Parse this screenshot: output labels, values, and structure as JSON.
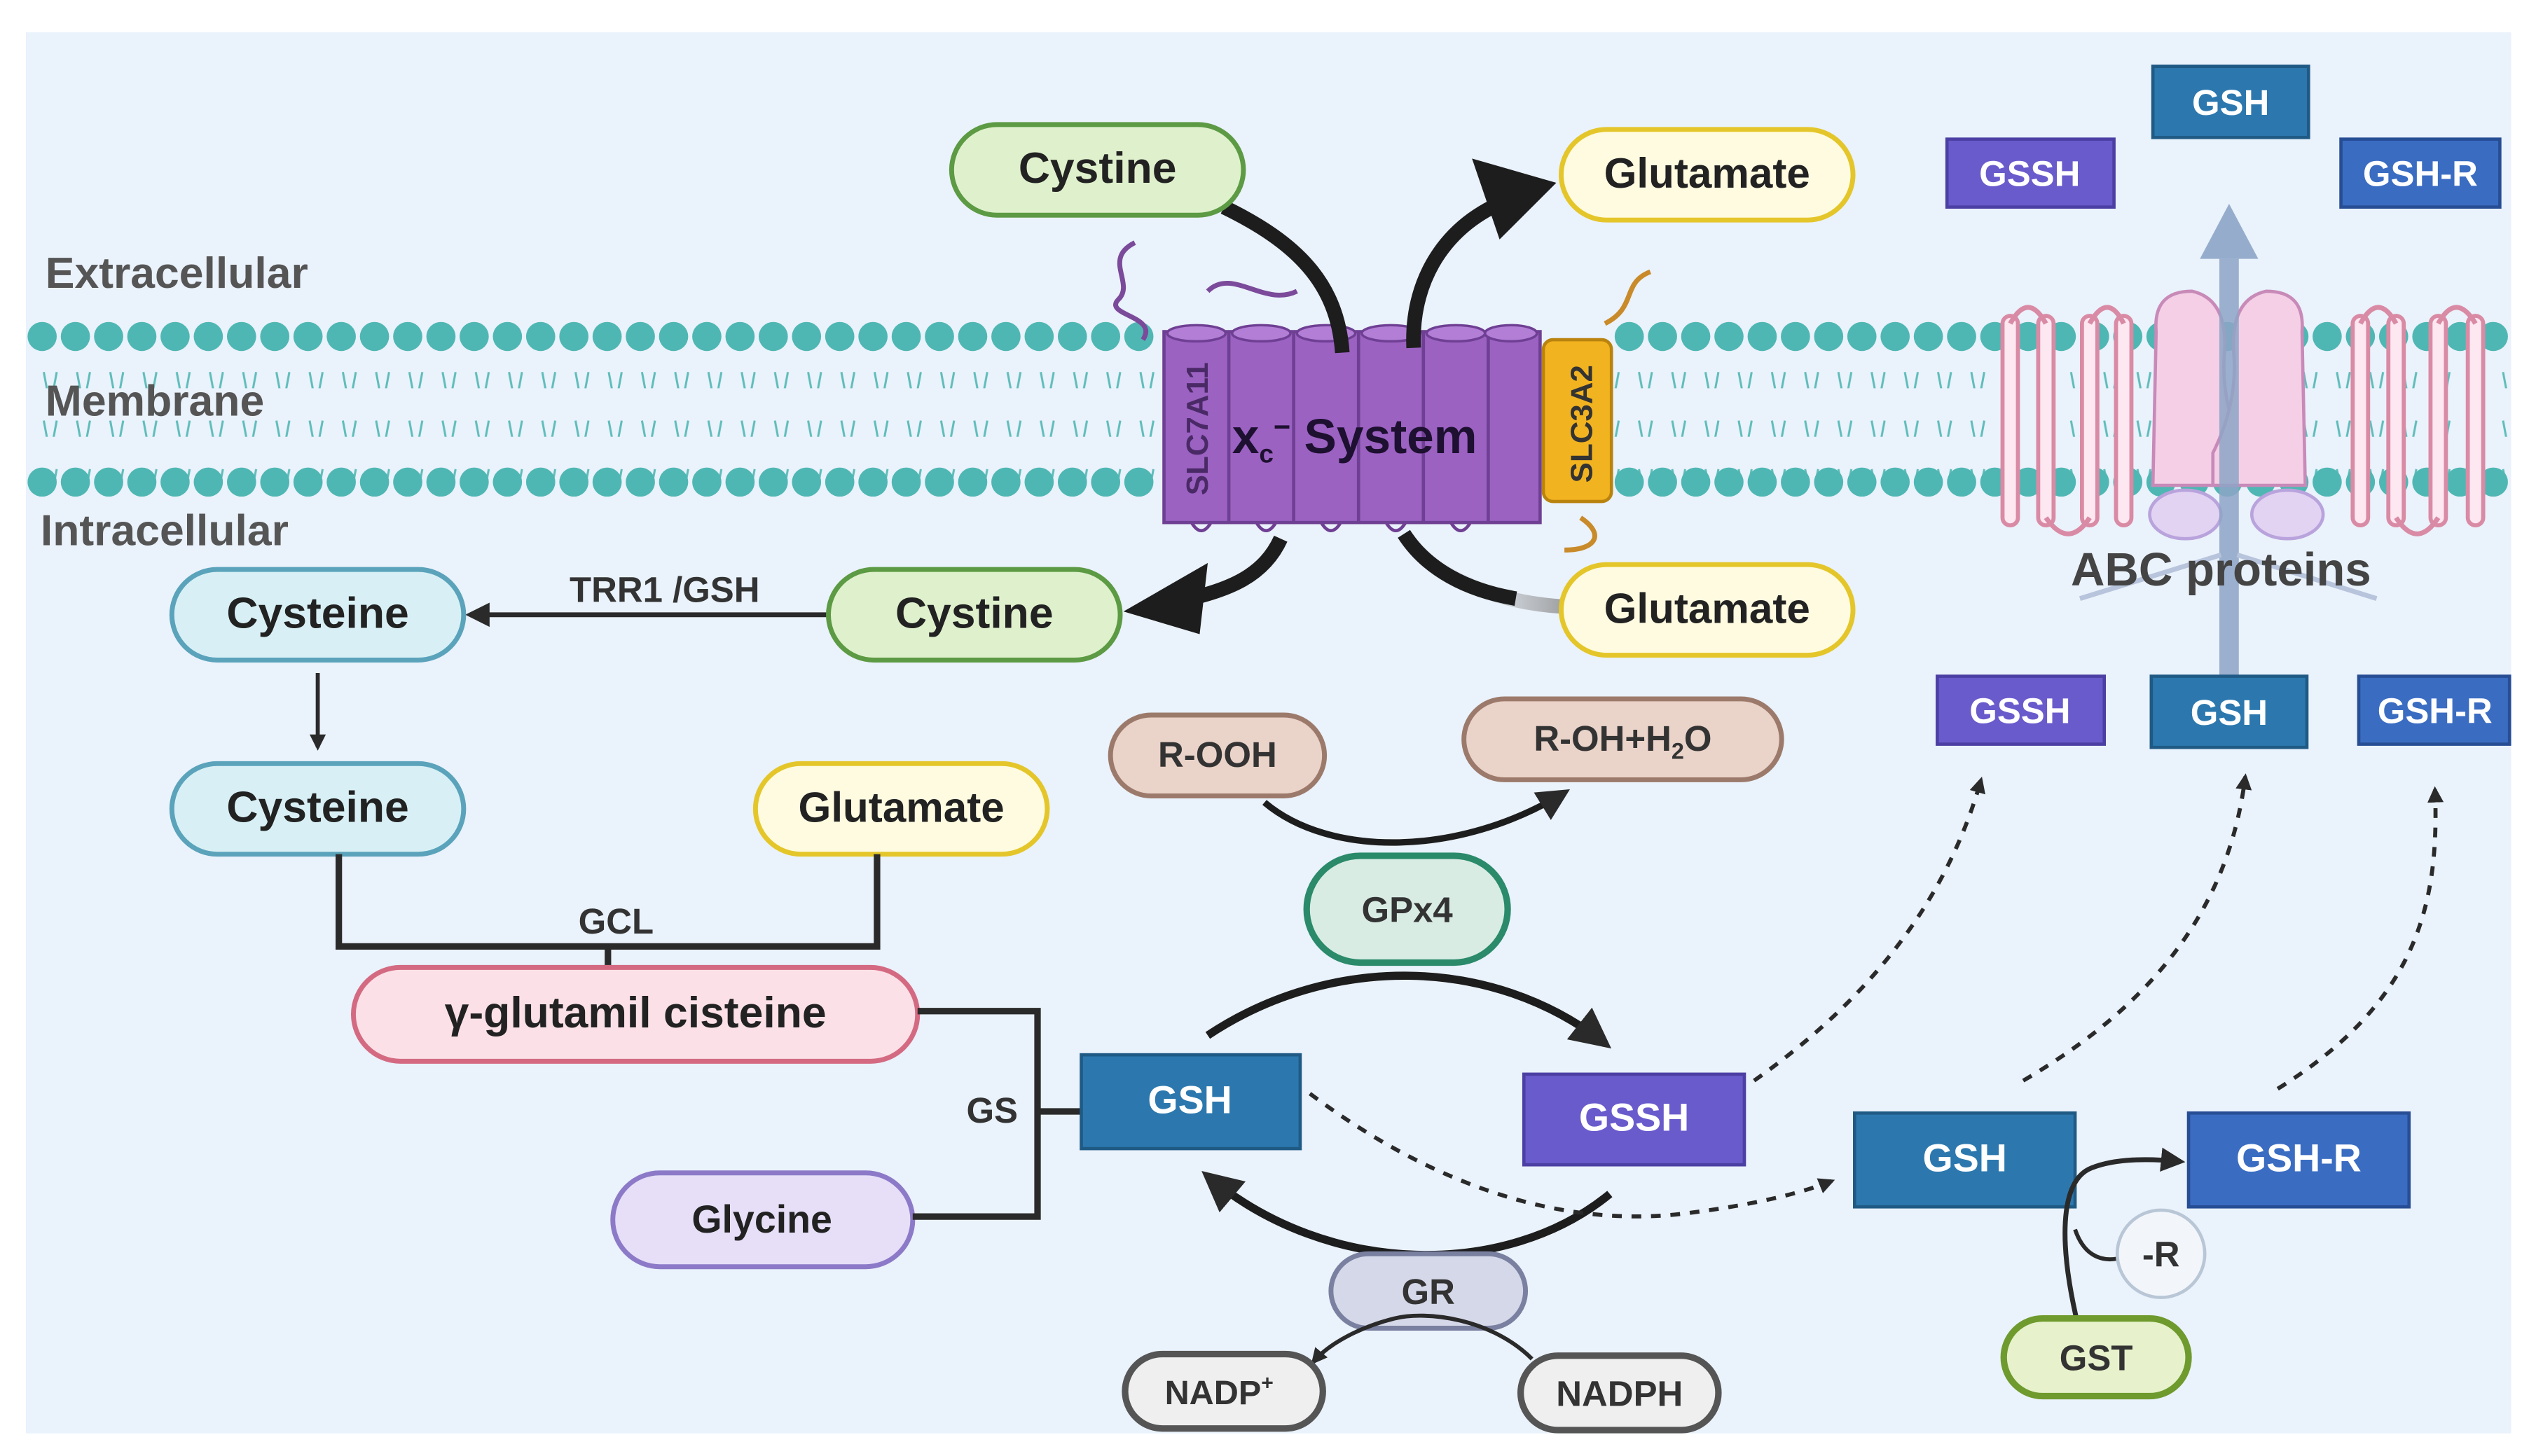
{
  "zones": {
    "extracellular": "Extracellular",
    "membrane": "Membrane",
    "intracellular": "Intracellular"
  },
  "transporter": {
    "main": "x",
    "sub": "c",
    "sup": "−",
    "tail": " System",
    "slc7a11": "SLC7A11",
    "slc3a2": "SLC3A2"
  },
  "abc": {
    "label": "ABC proteins",
    "top": [
      "GSH",
      "GSSH",
      "GSH-R"
    ],
    "bottom": [
      "GSSH",
      "GSH",
      "GSH-R"
    ]
  },
  "nodes": {
    "cystine_out": "Cystine",
    "glutamate_out": "Glutamate",
    "cystine_in": "Cystine",
    "glutamate_in": "Glutamate",
    "cysteine_1": "Cysteine",
    "cysteine_2": "Cysteine",
    "glutamate_2": "Glutamate",
    "ggc": "γ-glutamil cisteine",
    "glycine": "Glycine",
    "gsh_center": "GSH",
    "gssh_center": "GSSH",
    "gsh_right": "GSH",
    "gshr_right": "GSH-R",
    "r_group": "-R",
    "gst": "GST",
    "r_ooh": "R-OOH",
    "r_oh": "R-OH+H",
    "r_oh_sub": "2",
    "r_oh_tail": "O",
    "gpx4": "GPx4",
    "gr": "GR",
    "nadp": "NADP",
    "nadp_sup": "+",
    "nadph": "NADPH"
  },
  "enzymes": {
    "trr1": "TRR1 /GSH",
    "gcl": "GCL",
    "gs": "GS"
  },
  "colors": {
    "background": "#eaf2fb",
    "membrane_head": "#4fb7b3",
    "transporter": "#9b62c2",
    "slc3a2": "#f2b320",
    "gsh_box": "#2c78ae",
    "gssh_box": "#6a5bcc",
    "gshr_box": "#3a6cc2",
    "green_node": "#dff1cc",
    "yellow_node": "#fffbe0",
    "blue_node": "#d8f0f5",
    "pink_node": "#fbe1e7",
    "lilac_node": "#e6dff7",
    "tan_node": "#ead3c9",
    "abc_pink": "#f4cfe6"
  }
}
